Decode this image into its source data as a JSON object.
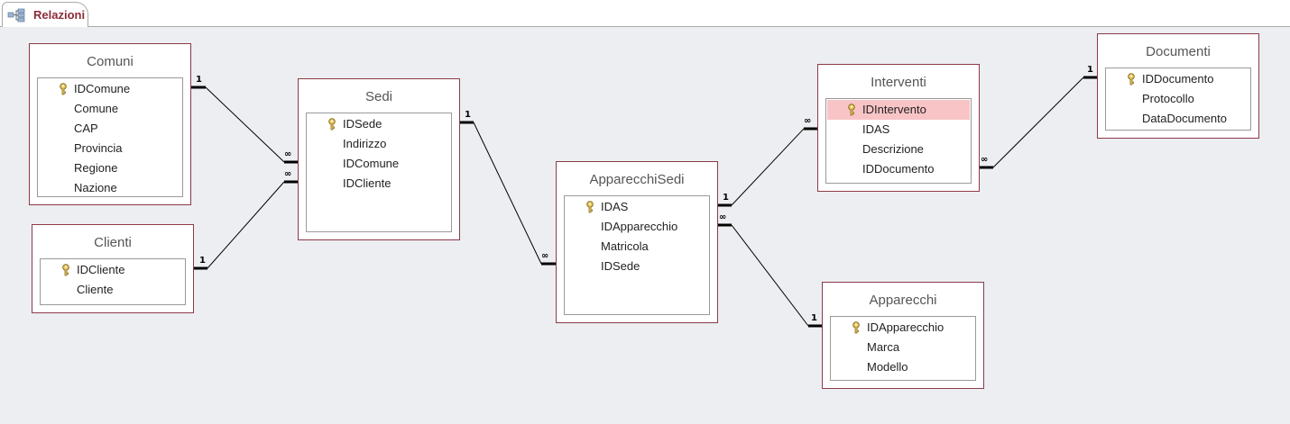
{
  "tab": {
    "label": "Relazioni",
    "icon": "relationships-icon"
  },
  "tables": {
    "comuni": {
      "title": "Comuni",
      "fields": [
        "IDComune",
        "Comune",
        "CAP",
        "Provincia",
        "Regione",
        "Nazione"
      ]
    },
    "clienti": {
      "title": "Clienti",
      "fields": [
        "IDCliente",
        "Cliente"
      ]
    },
    "sedi": {
      "title": "Sedi",
      "fields": [
        "IDSede",
        "Indirizzo",
        "IDComune",
        "IDCliente"
      ]
    },
    "apparecchisedi": {
      "title": "ApparecchiSedi",
      "fields": [
        "IDAS",
        "IDApparecchio",
        "Matricola",
        "IDSede"
      ]
    },
    "interventi": {
      "title": "Interventi",
      "fields": [
        "IDIntervento",
        "IDAS",
        "Descrizione",
        "IDDocumento"
      ],
      "selected_field": "IDIntervento"
    },
    "documenti": {
      "title": "Documenti",
      "fields": [
        "IDDocumento",
        "Protocollo",
        "DataDocumento"
      ]
    },
    "apparecchi": {
      "title": "Apparecchi",
      "fields": [
        "IDApparecchio",
        "Marca",
        "Modello"
      ]
    }
  },
  "cardinality": {
    "one": "1",
    "many": "∞"
  },
  "colors": {
    "table_border": "#8c3a48",
    "selected_row": "#f9c4c6",
    "tab_label": "#8b2c3a"
  }
}
